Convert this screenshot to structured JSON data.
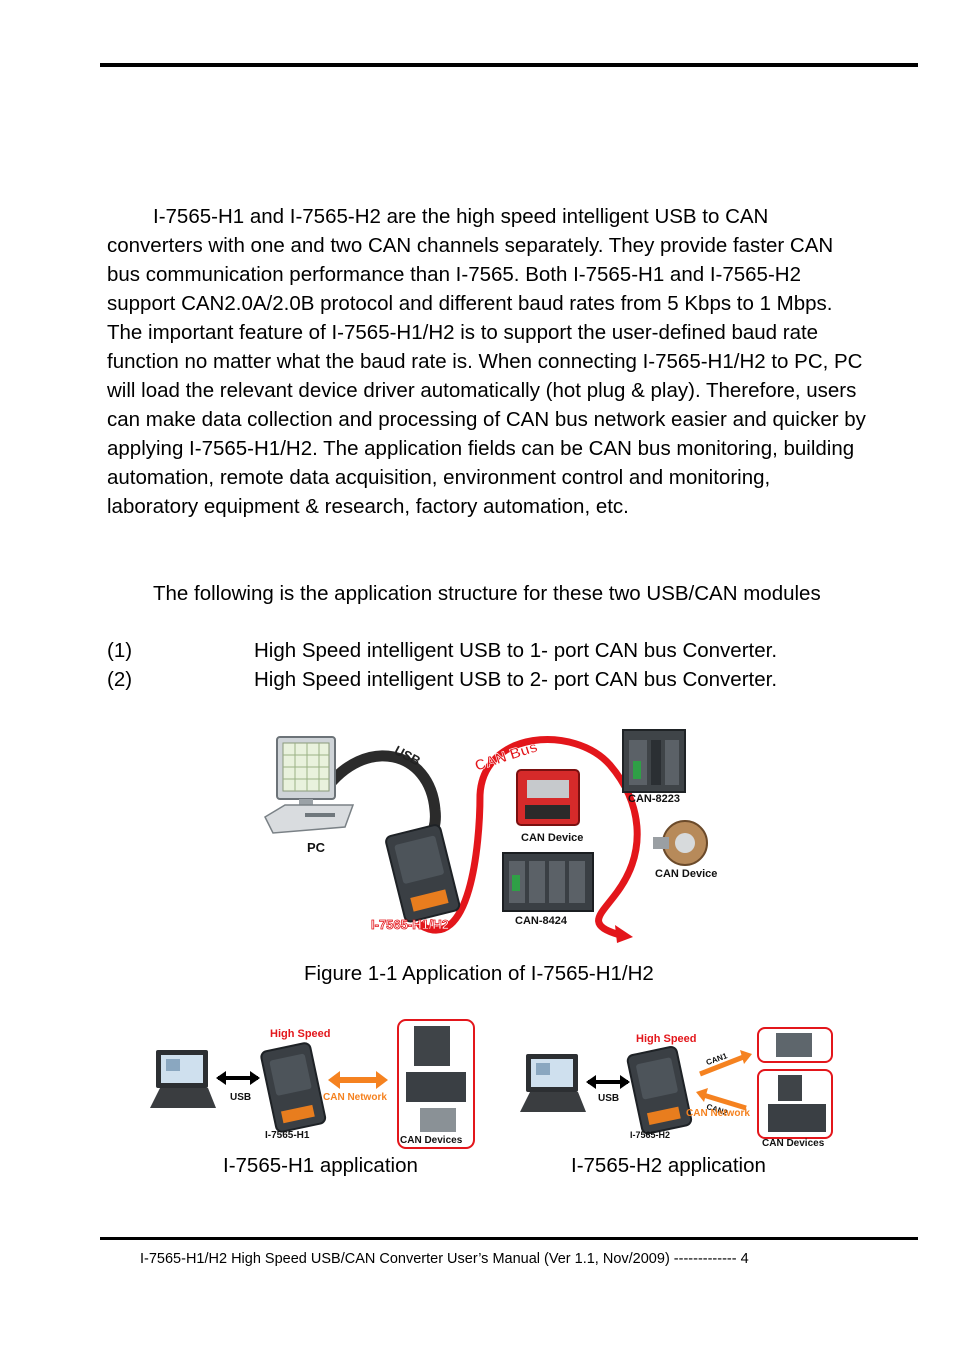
{
  "intro_paragraph": "I-7565-H1 and I-7565-H2 are the high speed intelligent USB to CAN converters with one and two CAN channels separately. They provide faster CAN bus communication performance than I-7565. Both I-7565-H1 and I-7565-H2 support CAN2.0A/2.0B protocol and different baud rates from 5 Kbps to 1 Mbps. The important feature of I-7565-H1/H2 is to support the user-defined baud rate function no matter what the baud rate is. When connecting I-7565-H1/H2 to PC, PC will load the relevant device driver automatically (hot plug & play). Therefore, users can make data collection and processing of CAN bus network easier and quicker by applying I-7565-H1/H2. The application fields can be CAN bus monitoring, building automation, remote data acquisition, environment control and monitoring, laboratory equipment & research, factory automation, etc.",
  "structure_intro": "The following is the application structure for these two USB/CAN modules",
  "list_items": [
    {
      "num": "(1)",
      "text": "High Speed intelligent USB to 1- port CAN bus Converter."
    },
    {
      "num": "(2)",
      "text": "High Speed intelligent USB to 2- port CAN bus Converter."
    }
  ],
  "figure1": {
    "caption": "Figure 1-1  Application of I-7565-H1/H2",
    "labels": {
      "usb": "USB",
      "can_bus": "CAN Bus",
      "pc": "PC",
      "converter": "I-7565-H1/H2",
      "can8223": "CAN-8223",
      "can_device_1": "CAN Device",
      "can_device_2": "CAN Device",
      "can8424": "CAN-8424"
    }
  },
  "h1_diagram": {
    "high_speed": "High Speed",
    "usb": "USB",
    "can_network": "CAN Network",
    "model": "I-7565-H1",
    "can_devices": "CAN Devices",
    "caption": "I-7565-H1 application"
  },
  "h2_diagram": {
    "high_speed": "High Speed",
    "usb": "USB",
    "can1": "CAN1",
    "can2": "CAN2",
    "can_network": "CAN Network",
    "model": "I-7565-H2",
    "can_devices": "CAN Devices",
    "caption": "I-7565-H2 application"
  },
  "footer": "I-7565-H1/H2 High Speed USB/CAN Converter User’s Manual (Ver 1.1, Nov/2009) ------------- 4",
  "colors": {
    "can_red": "#e3161b",
    "network_orange": "#f58220",
    "text": "#000000"
  }
}
